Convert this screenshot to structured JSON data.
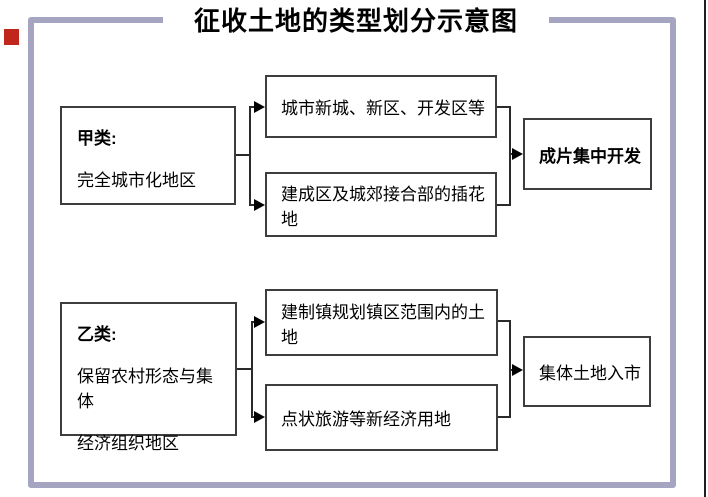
{
  "page": {
    "title": "征收土地的类型划分示意图",
    "colors": {
      "frame": "#a5a5c2",
      "box_border": "#3d3d3d",
      "connector": "#2a2a2a",
      "arrow": "#000000",
      "red_marker": "#c0261c",
      "text": "#000000",
      "background": "#ffffff"
    }
  },
  "diagram": {
    "groups": [
      {
        "source": {
          "title": "甲类:",
          "line1": "完全城市化地区"
        },
        "middles": [
          "城市新城、新区、开发区等",
          "建成区及城郊接合部的插花地"
        ],
        "result": "成片集中开发"
      },
      {
        "source": {
          "title": "乙类:",
          "line1": "保留农村形态与集体",
          "line2": "经济组织地区"
        },
        "middles": [
          "建制镇规划镇区范围内的土地",
          "点状旅游等新经济用地"
        ],
        "result": "集体土地入市"
      }
    ]
  }
}
